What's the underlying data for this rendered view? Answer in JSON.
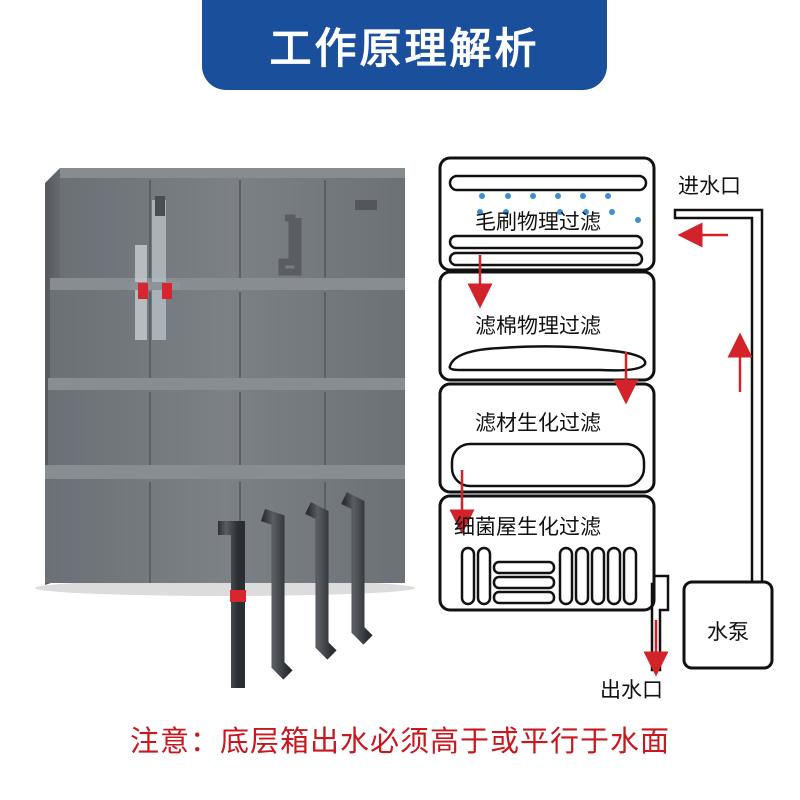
{
  "title": "工作原理解析",
  "stages": [
    {
      "label": "毛刷物理过滤"
    },
    {
      "label": "滤棉物理过滤"
    },
    {
      "label": "滤材生化过滤"
    },
    {
      "label": "细菌屋生化过滤"
    }
  ],
  "inlet_label": "进水口",
  "outlet_label": "出水口",
  "pump_label": "水泵",
  "note": "注意：底层箱出水必须高于或平行于水面",
  "colors": {
    "banner": "#1a4f9c",
    "arrow": "#d2232a",
    "note": "#c8171e",
    "water_drop": "#3a8fd6",
    "crate": "#6f7479"
  }
}
